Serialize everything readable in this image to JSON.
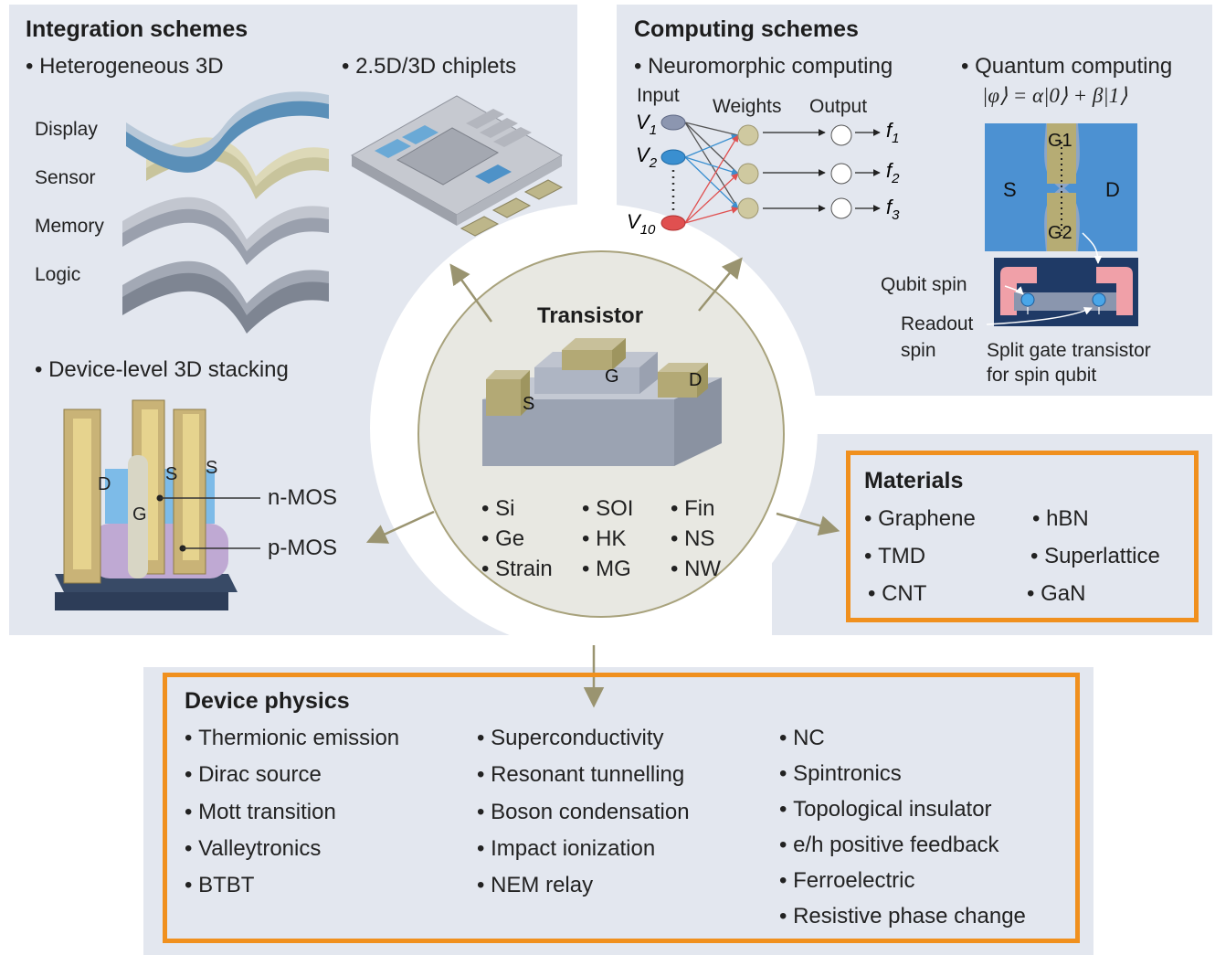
{
  "integration": {
    "title": "Integration schemes",
    "hetero_title": "Heterogeneous 3D",
    "layers": [
      "Display",
      "Sensor",
      "Memory",
      "Logic"
    ],
    "chiplets_title": "2.5D/3D chiplets",
    "device_title": "Device-level 3D stacking",
    "stack_labels": {
      "d": "D",
      "g": "G",
      "s1": "S",
      "s2": "S"
    },
    "nmos": "n-MOS",
    "pmos": "p-MOS"
  },
  "computing": {
    "title": "Computing schemes",
    "neuro_title": "Neuromorphic computing",
    "quantum_title": "Quantum computing",
    "state": "|φ⟩ = α|0⟩ + β|1⟩",
    "input": "Input",
    "weights": "Weights",
    "output": "Output",
    "inputs": [
      [
        "V",
        "1"
      ],
      [
        "V",
        "2"
      ],
      [
        "V",
        "10"
      ]
    ],
    "outputs": [
      [
        "f",
        "1"
      ],
      [
        "f",
        "2"
      ],
      [
        "f",
        "3"
      ]
    ],
    "qubit_s": "S",
    "qubit_d": "D",
    "g1": "G1",
    "g2": "G2",
    "qubit_spin": "Qubit spin",
    "readout": "Readout",
    "spin": "spin",
    "caption_1": "Split gate transistor",
    "caption_2": "for spin qubit"
  },
  "transistor": {
    "title": "Transistor",
    "s": "S",
    "g": "G",
    "d": "D",
    "col1": [
      "Si",
      "Ge",
      "Strain"
    ],
    "col2": [
      "SOI",
      "HK",
      "MG"
    ],
    "col3": [
      "Fin",
      "NS",
      "NW"
    ]
  },
  "materials": {
    "title": "Materials",
    "col1": [
      "Graphene",
      "TMD",
      "CNT"
    ],
    "col2": [
      "hBN",
      "Superlattice",
      "GaN"
    ]
  },
  "physics": {
    "title": "Device physics",
    "col1": [
      "Thermionic emission",
      "Dirac source",
      "Mott transition",
      "Valleytronics",
      "BTBT"
    ],
    "col2": [
      "Superconductivity",
      "Resonant tunnelling",
      "Boson condensation",
      "Impact ionization",
      "NEM relay"
    ],
    "col3": [
      "NC",
      "Spintronics",
      "Topological insulator",
      "e/h positive feedback",
      "Ferroelectric",
      "Resistive phase change"
    ]
  },
  "colors": {
    "panel": "#e3e7ef",
    "highlight": "#f0901e",
    "arrow": "#9a9470",
    "gold": "#b9ae78"
  }
}
